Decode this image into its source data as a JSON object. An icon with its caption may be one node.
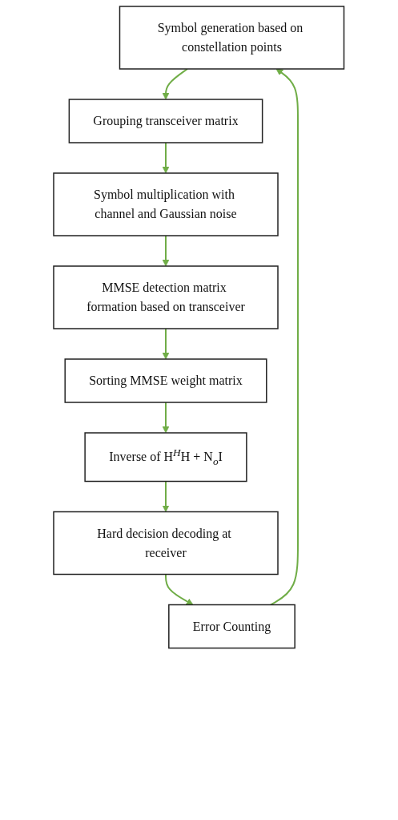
{
  "diagram": {
    "nodes": [
      {
        "text": [
          "Symbol generation based on constellation points"
        ]
      },
      {
        "text": [
          "Grouping transceiver matrix"
        ]
      },
      {
        "text": [
          "Symbol multiplication with channel and Gaussian noise"
        ]
      },
      {
        "text": [
          "MMSE detection matrix formation based on transceiver"
        ]
      },
      {
        "text": [
          "Sorting MMSE weight matrix"
        ]
      },
      {
        "text": [
          "Inverse of H$^{H}$H + N$_{o}$I"
        ]
      },
      {
        "text": [
          "Hard decision decoding at receiver"
        ]
      },
      {
        "text": [
          "Error Counting"
        ]
      }
    ],
    "edges": [
      {
        "from": 0,
        "to": 1,
        "arrow": "to"
      },
      {
        "from": 1,
        "to": 2,
        "arrow": "to"
      },
      {
        "from": 2,
        "to": 3,
        "arrow": "to"
      },
      {
        "from": 3,
        "to": 4,
        "arrow": "to"
      },
      {
        "from": 4,
        "to": 5,
        "arrow": "to"
      },
      {
        "from": 5,
        "to": 6,
        "arrow": "to"
      },
      {
        "from": 6,
        "to": 7,
        "arrow": "to"
      },
      {
        "from": 7,
        "to": 0,
        "arrow": "to"
      }
    ]
  }
}
